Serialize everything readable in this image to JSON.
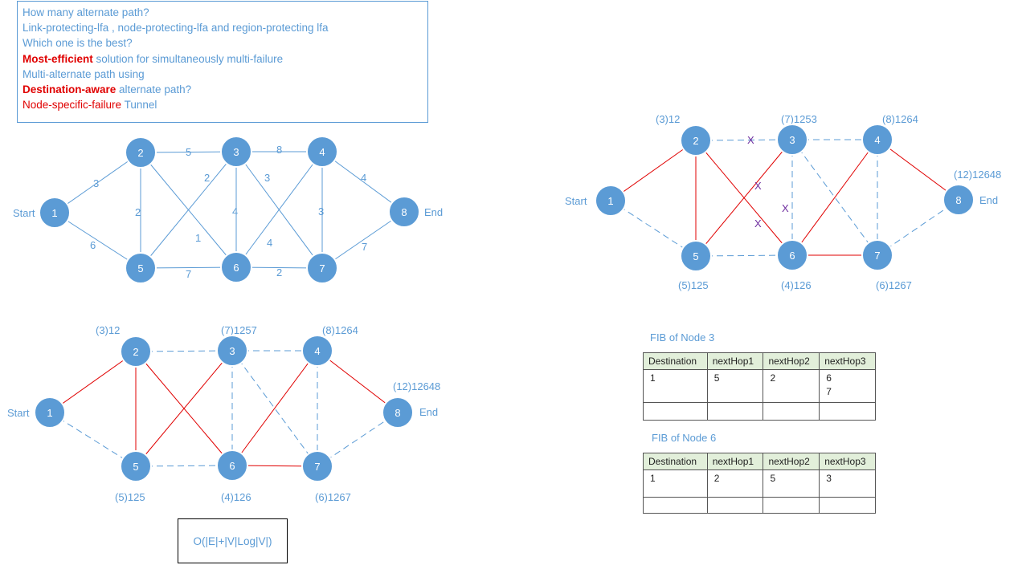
{
  "notes": {
    "q1": "How many alternate path?",
    "q2": "Link-protecting-lfa , node-protecting-lfa and region-protecting lfa",
    "q3": "Which one is the best?",
    "q4_bold": "Most-efficient",
    "q4_rest": " solution for simultaneously multi-failure",
    "q5": "Multi-alternate path using",
    "q6_bold": "Destination-aware",
    "q6_rest": " alternate path?",
    "q7_red": "Node-specific-failure",
    "q7_rest": " Tunnel"
  },
  "labels": {
    "start": "Start",
    "end": "End"
  },
  "graph1": {
    "nodes": [
      "1",
      "2",
      "3",
      "4",
      "5",
      "6",
      "7",
      "8"
    ],
    "edges": [
      {
        "from": "1",
        "to": "2",
        "weight": "3"
      },
      {
        "from": "1",
        "to": "5",
        "weight": "6"
      },
      {
        "from": "2",
        "to": "3",
        "weight": "5"
      },
      {
        "from": "2",
        "to": "5",
        "weight": "2"
      },
      {
        "from": "2",
        "to": "6",
        "weight": "1"
      },
      {
        "from": "3",
        "to": "4",
        "weight": "8"
      },
      {
        "from": "3",
        "to": "5",
        "weight": "2"
      },
      {
        "from": "3",
        "to": "6",
        "weight": "4"
      },
      {
        "from": "3",
        "to": "7",
        "weight": "3"
      },
      {
        "from": "4",
        "to": "6",
        "weight": "4"
      },
      {
        "from": "4",
        "to": "7",
        "weight": "3"
      },
      {
        "from": "4",
        "to": "8",
        "weight": "4"
      },
      {
        "from": "5",
        "to": "6",
        "weight": "7"
      },
      {
        "from": "6",
        "to": "7",
        "weight": "2"
      },
      {
        "from": "7",
        "to": "8",
        "weight": "7"
      }
    ]
  },
  "graph2": {
    "path_labels": {
      "2": "(3)12",
      "3": "(7)1257",
      "4": "(8)1264",
      "8": "(12)12648",
      "5": "(5)125",
      "6": "(4)126",
      "7": "(6)1267"
    }
  },
  "graph3": {
    "path_labels": {
      "2": "(3)12",
      "3": "(7)1253",
      "4": "(8)1264",
      "8": "(12)12648",
      "5": "(5)125",
      "6": "(4)126",
      "7": "(6)1267"
    },
    "failure_mark": "X"
  },
  "fib3": {
    "title": "FIB of Node 3",
    "headers": [
      "Destination",
      "nextHop1",
      "nextHop2",
      "nextHop3"
    ],
    "row": {
      "destination": "1",
      "hop1": "5",
      "hop2": "2",
      "hop3_a": "6",
      "hop3_b": "7"
    }
  },
  "fib6": {
    "title": "FIB of Node 6",
    "headers": [
      "Destination",
      "nextHop1",
      "nextHop2",
      "nextHop3"
    ],
    "row": {
      "destination": "1",
      "hop1": "2",
      "hop2": "5",
      "hop3": "3"
    }
  },
  "complexity": "O(|E|+|V|Log|V|)",
  "colors": {
    "node": "#5b9bd5",
    "tree_edge": "#e00000",
    "other_edge": "#5b9bd5",
    "failure_mark": "#7030a0"
  }
}
